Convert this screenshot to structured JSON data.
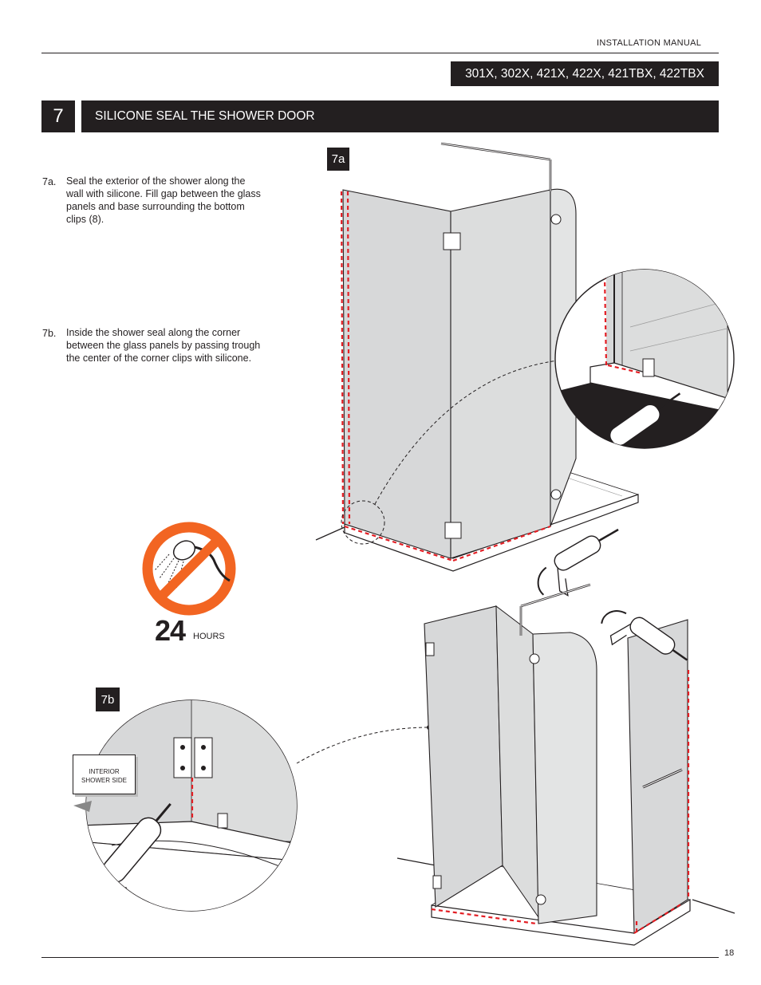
{
  "header": {
    "manual_label": "INSTALLATION  MANUAL",
    "models": "301X, 302X, 421X, 422X, 421TBX, 422TBX"
  },
  "step": {
    "number": "7",
    "title": "SILICONE SEAL THE SHOWER DOOR"
  },
  "instructions": [
    {
      "label": "7a.",
      "text": "Seal the exterior of the shower along the wall with silicone. Fill gap between the glass panels and base surrounding the bottom clips (8)."
    },
    {
      "label": "7b.",
      "text": "Inside the shower seal along the corner between the glass panels by passing trough the center of the corner clips with silicone."
    }
  ],
  "figures": {
    "fig_7a_tag": "7a",
    "fig_7b_tag": "7b",
    "interior_label": "INTERIOR\nSHOWER SIDE",
    "no_shower_icon": "no-shower-icon",
    "cure_time_value": "24",
    "cure_time_unit": "HOURS"
  },
  "colors": {
    "dark": "#231f20",
    "seal_red": "#e31e24",
    "prohibit_orange": "#f26522",
    "glass": "#d7d8d9"
  },
  "footer": {
    "page_number": "18"
  }
}
